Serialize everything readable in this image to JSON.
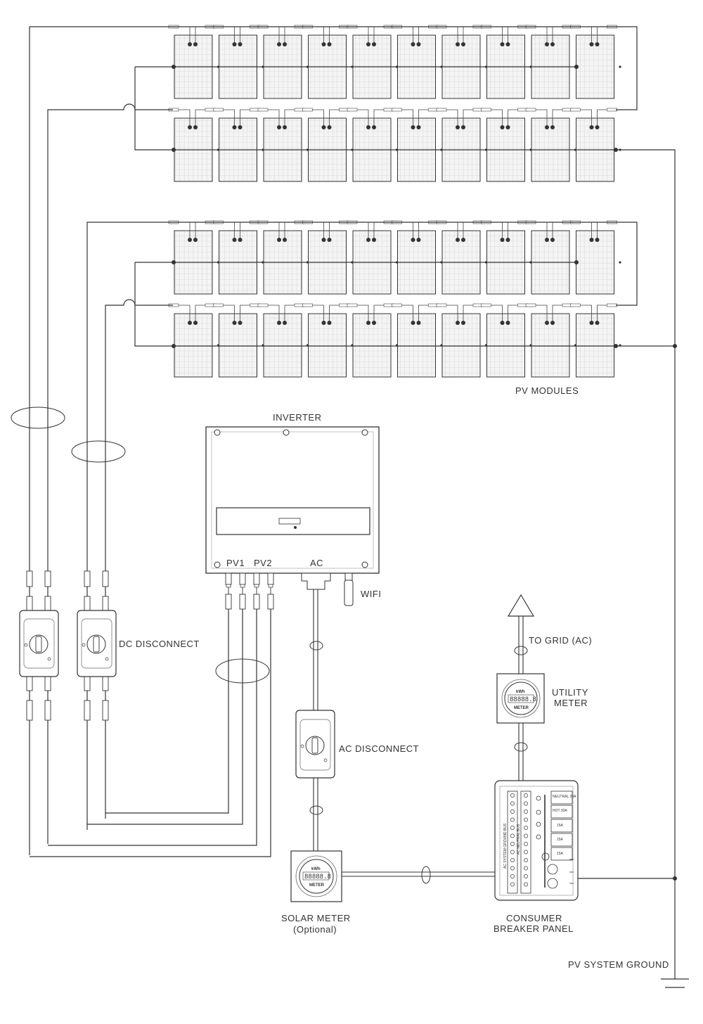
{
  "labels": {
    "pv_modules": "PV MODULES",
    "inverter": "INVERTER",
    "pv1": "PV1",
    "pv2": "PV2",
    "ac": "AC",
    "wifi": "WIFI",
    "dc_disconnect": "DC DISCONNECT",
    "ac_disconnect": "AC DISCONNECT",
    "to_grid": "TO GRID (AC)",
    "utility_meter_l1": "UTILITY",
    "utility_meter_l2": "METER",
    "solar_meter_l1": "SOLAR METER",
    "solar_meter_l2": "(Optional)",
    "breaker_panel_l1": "CONSUMER",
    "breaker_panel_l2": "BREAKER PANEL",
    "pv_system_ground": "PV SYSTEM GROUND"
  },
  "meter_face": {
    "unit": "kWh",
    "display": "88888.8",
    "caption": "METER"
  },
  "breaker_panel": {
    "ground_bus": "AC SYSTEM GROUND BUS",
    "neutral_bus": "AC NEUTRAL BUS",
    "breakers": [
      "NEUTRAL 30A",
      "HOT 30A",
      "15A",
      "15A",
      "15A"
    ]
  },
  "array": {
    "rows": 4,
    "modules_per_row": 10
  },
  "colors": {
    "line": "#333333",
    "grid_cell": "#d9d9d9",
    "module_fill": "#f2f2f2"
  }
}
